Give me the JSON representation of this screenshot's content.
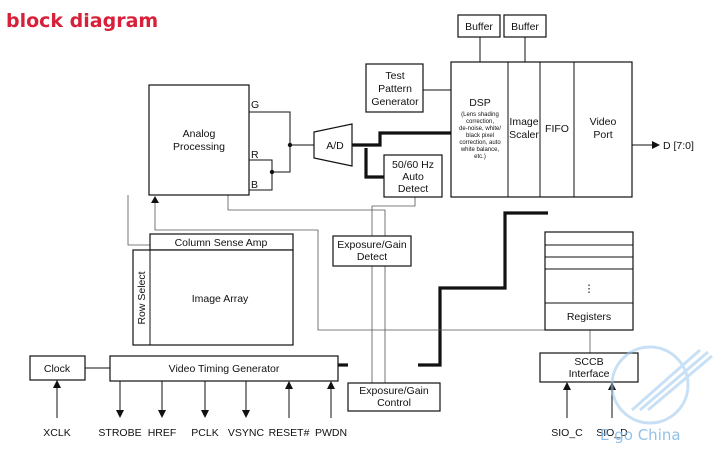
{
  "title": "block diagram",
  "blocks": {
    "buffer1": "Buffer",
    "buffer2": "Buffer",
    "test_pattern": [
      "Test",
      "Pattern",
      "Generator"
    ],
    "dsp": "DSP",
    "dsp_note": [
      "(Lens shading",
      "correction,",
      "de-noise, white/",
      "black pixel",
      "correction, auto",
      "white balance,",
      "etc.)"
    ],
    "image_scaler": [
      "Image",
      "Scaler"
    ],
    "fifo": "FIFO",
    "video_port": [
      "Video",
      "Port"
    ],
    "data_out": "D [7:0]",
    "analog_processing": [
      "Analog",
      "Processing"
    ],
    "channel_g": "G",
    "channel_r": "R",
    "channel_b": "B",
    "adc": "A/D",
    "flicker_detect": [
      "50/60 Hz",
      "Auto",
      "Detect"
    ],
    "column_sense_amp": "Column Sense Amp",
    "row_select": "Row Select",
    "image_array": "Image Array",
    "exposure_detect": [
      "Exposure/Gain",
      "Detect"
    ],
    "registers": "Registers",
    "registers_dots": "⋮",
    "clock": "Clock",
    "video_timing": "Video Timing Generator",
    "exposure_control": [
      "Exposure/Gain",
      "Control"
    ],
    "sccb": [
      "SCCB",
      "Interface"
    ]
  },
  "signals": [
    "XCLK",
    "STROBE",
    "HREF",
    "PCLK",
    "VSYNC",
    "RESET#",
    "PWDN",
    "SIO_C",
    "SIO_D"
  ],
  "watermark": "E go China",
  "colors": {
    "title": "#d8203a",
    "watermark": "#7fb7e6",
    "line": "#111111"
  }
}
